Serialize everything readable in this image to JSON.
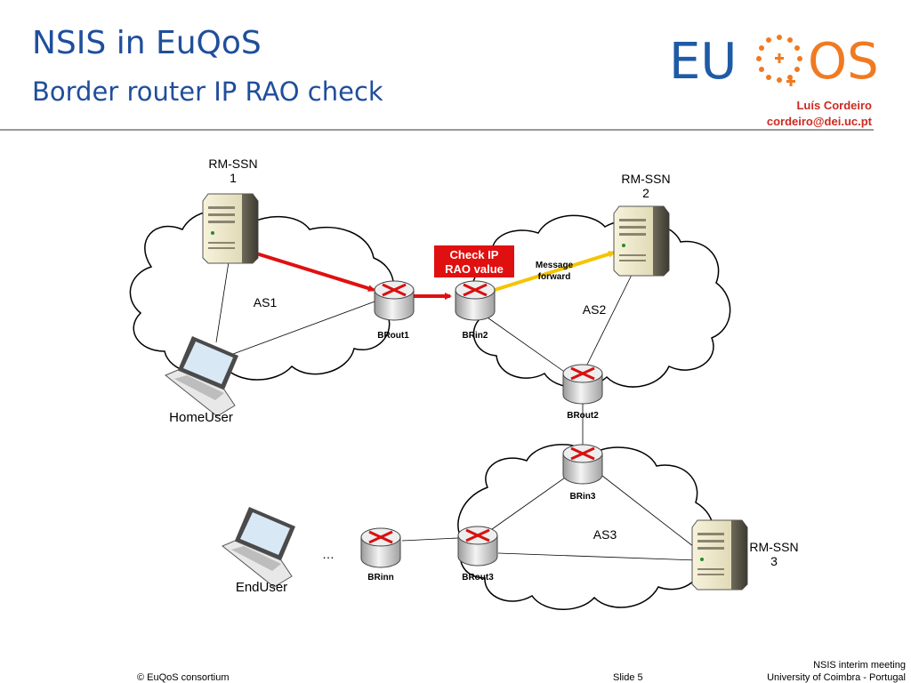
{
  "header": {
    "title": "NSIS in EuQoS",
    "subtitle": "Border router IP RAO check",
    "author_name": "Luís Cordeiro",
    "author_email": "cordeiro@dei.uc.pt",
    "logo_left": "EU",
    "logo_right": "OS"
  },
  "diagram": {
    "rmssn1": [
      "RM-SSN",
      "1"
    ],
    "rmssn2": [
      "RM-SSN",
      "2"
    ],
    "rmssn3": [
      "RM-SSN",
      "3"
    ],
    "as1": "AS1",
    "as2": "AS2",
    "as3": "AS3",
    "brout1": "BRout1",
    "brin2": "BRin2",
    "brout2": "BRout2",
    "brin3": "BRin3",
    "brout3": "BRout3",
    "brinn": "BRinn",
    "homeuser": "HomeUser",
    "enduser": "EndUser",
    "ellipsis": "…",
    "check_box": [
      "Check IP",
      "RAO value"
    ],
    "message": [
      "Message",
      "forward"
    ]
  },
  "footer": {
    "copyright": "© EuQoS consortium",
    "slide": "Slide 5",
    "meeting": "NSIS interim meeting",
    "venue": "University of Coimbra - Portugal"
  },
  "colors": {
    "title": "#1f4e9c",
    "logo_blue": "#1f5aa6",
    "logo_orange": "#f07a22",
    "arrow_red": "#e01010",
    "arrow_yellow": "#f5c400",
    "check_box": "#e01010"
  }
}
